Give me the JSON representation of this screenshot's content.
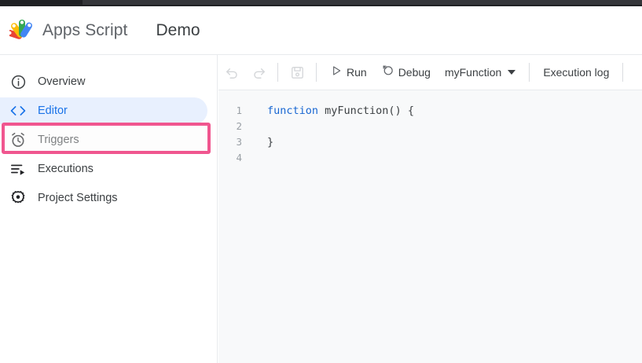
{
  "window": {
    "titlebar_color": "#202124"
  },
  "header": {
    "logo_icon": "apps-script-logo",
    "brand": "Apps Script",
    "doc_title": "Demo"
  },
  "sidebar": {
    "items": [
      {
        "icon": "info-circle-icon",
        "label": "Overview",
        "active": false
      },
      {
        "icon": "code-brackets-icon",
        "label": "Editor",
        "active": true
      },
      {
        "icon": "alarm-clock-icon",
        "label": "Triggers",
        "active": false
      },
      {
        "icon": "executions-icon",
        "label": "Executions",
        "active": false
      },
      {
        "icon": "gear-icon",
        "label": "Project Settings",
        "active": false
      }
    ],
    "annotation": {
      "target": "Triggers",
      "color": "#f0568f"
    }
  },
  "toolbar": {
    "undo_icon": "undo-icon",
    "redo_icon": "redo-icon",
    "save_icon": "save-disk-icon",
    "run_icon": "play-triangle-icon",
    "run_label": "Run",
    "debug_icon": "debug-icon",
    "debug_label": "Debug",
    "function_select": "myFunction",
    "function_caret_icon": "chevron-down-icon",
    "execution_log_label": "Execution log"
  },
  "editor": {
    "background": "#f8f9fa",
    "accent": "#1967d2",
    "lines": [
      {
        "num": "1",
        "indent": "",
        "keyword": "function",
        "rest": " myFunction() {"
      },
      {
        "num": "2",
        "indent": "",
        "keyword": "",
        "rest": ""
      },
      {
        "num": "3",
        "indent": "",
        "keyword": "",
        "rest": "}"
      },
      {
        "num": "4",
        "indent": "",
        "keyword": "",
        "rest": ""
      }
    ]
  }
}
